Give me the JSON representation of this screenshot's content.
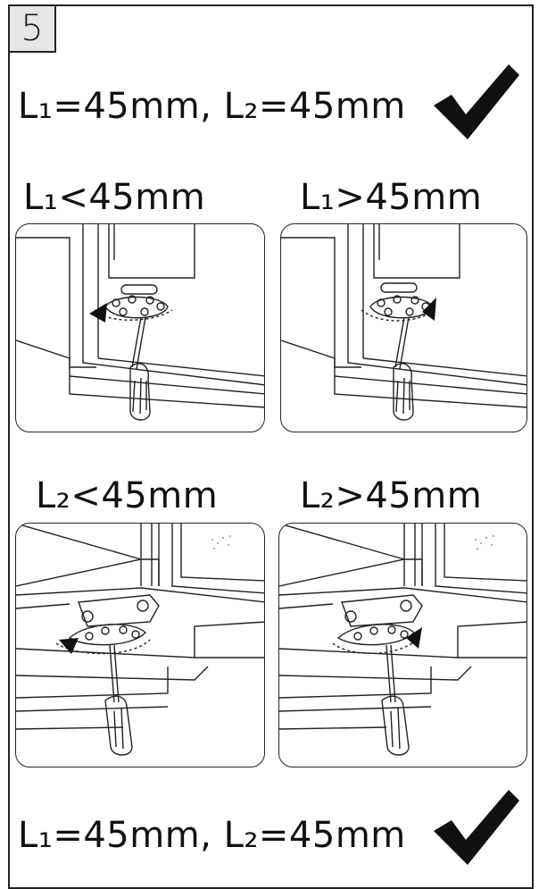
{
  "step": {
    "number": "5"
  },
  "top": {
    "condition_text": "L₁=45mm, L₂=45mm",
    "ok_icon": "checkmark-icon"
  },
  "panels": [
    {
      "label": "L₁<45mm",
      "arrow_direction": "counter-clockwise"
    },
    {
      "label": "L₁>45mm",
      "arrow_direction": "clockwise"
    },
    {
      "label": "L₂<45mm",
      "arrow_direction": "counter-clockwise"
    },
    {
      "label": "L₂>45mm",
      "arrow_direction": "clockwise"
    }
  ],
  "bottom": {
    "condition_text": "L₁=45mm, L₂=45mm",
    "ok_icon": "checkmark-icon"
  }
}
